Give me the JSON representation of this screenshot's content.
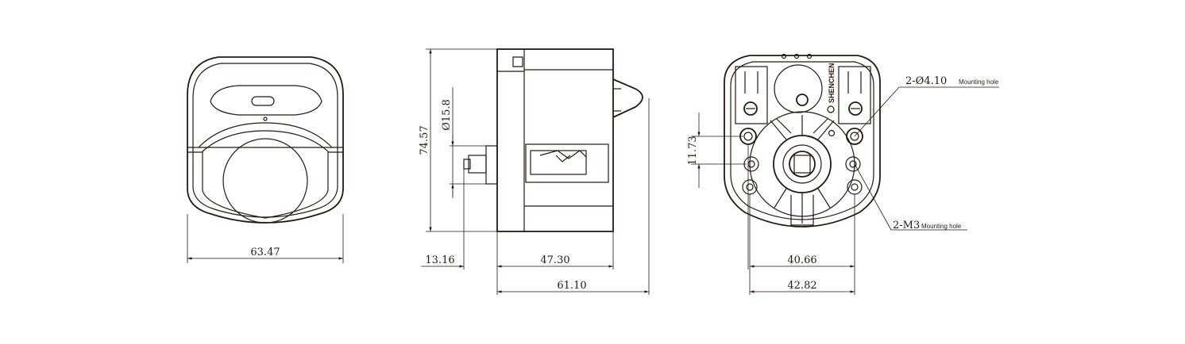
{
  "dimensions": {
    "front_width": "63.47",
    "side_height": "74.57",
    "side_diameter": "Ø15.8",
    "shaft_length": "13.16",
    "body_depth": "47.30",
    "total_depth": "61.10",
    "back_offset": "11.73",
    "inner_hole_spacing": "40.66",
    "outer_hole_spacing": "42.82"
  },
  "callouts": {
    "mounting_holes_prefix": "2-Ø4.10",
    "mounting_holes_note": "Mounting hole",
    "m3_holes_prefix": "2-M3",
    "m3_holes_note": "Mounting hole"
  },
  "brand": {
    "logo_text": "SHENCHEN"
  },
  "colors": {
    "line": "#231815",
    "background": "#ffffff"
  }
}
